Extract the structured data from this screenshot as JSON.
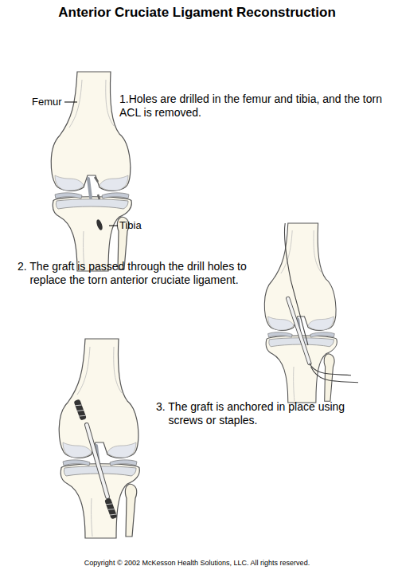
{
  "diagram": {
    "title": "Anterior Cruciate Ligament Reconstruction",
    "caption": "Copyright © 2002 McKesson Health Solutions, LLC. All rights reserved.",
    "labels": [
      "Femur",
      "1.Holes are drilled in the femur and tibia, and the torn ACL is removed.",
      "Tibia",
      "2. The graft is passed through the drill holes to replace the torn anterior cruciate ligament.",
      "3. The graft is anchored in place using screws or staples."
    ]
  }
}
